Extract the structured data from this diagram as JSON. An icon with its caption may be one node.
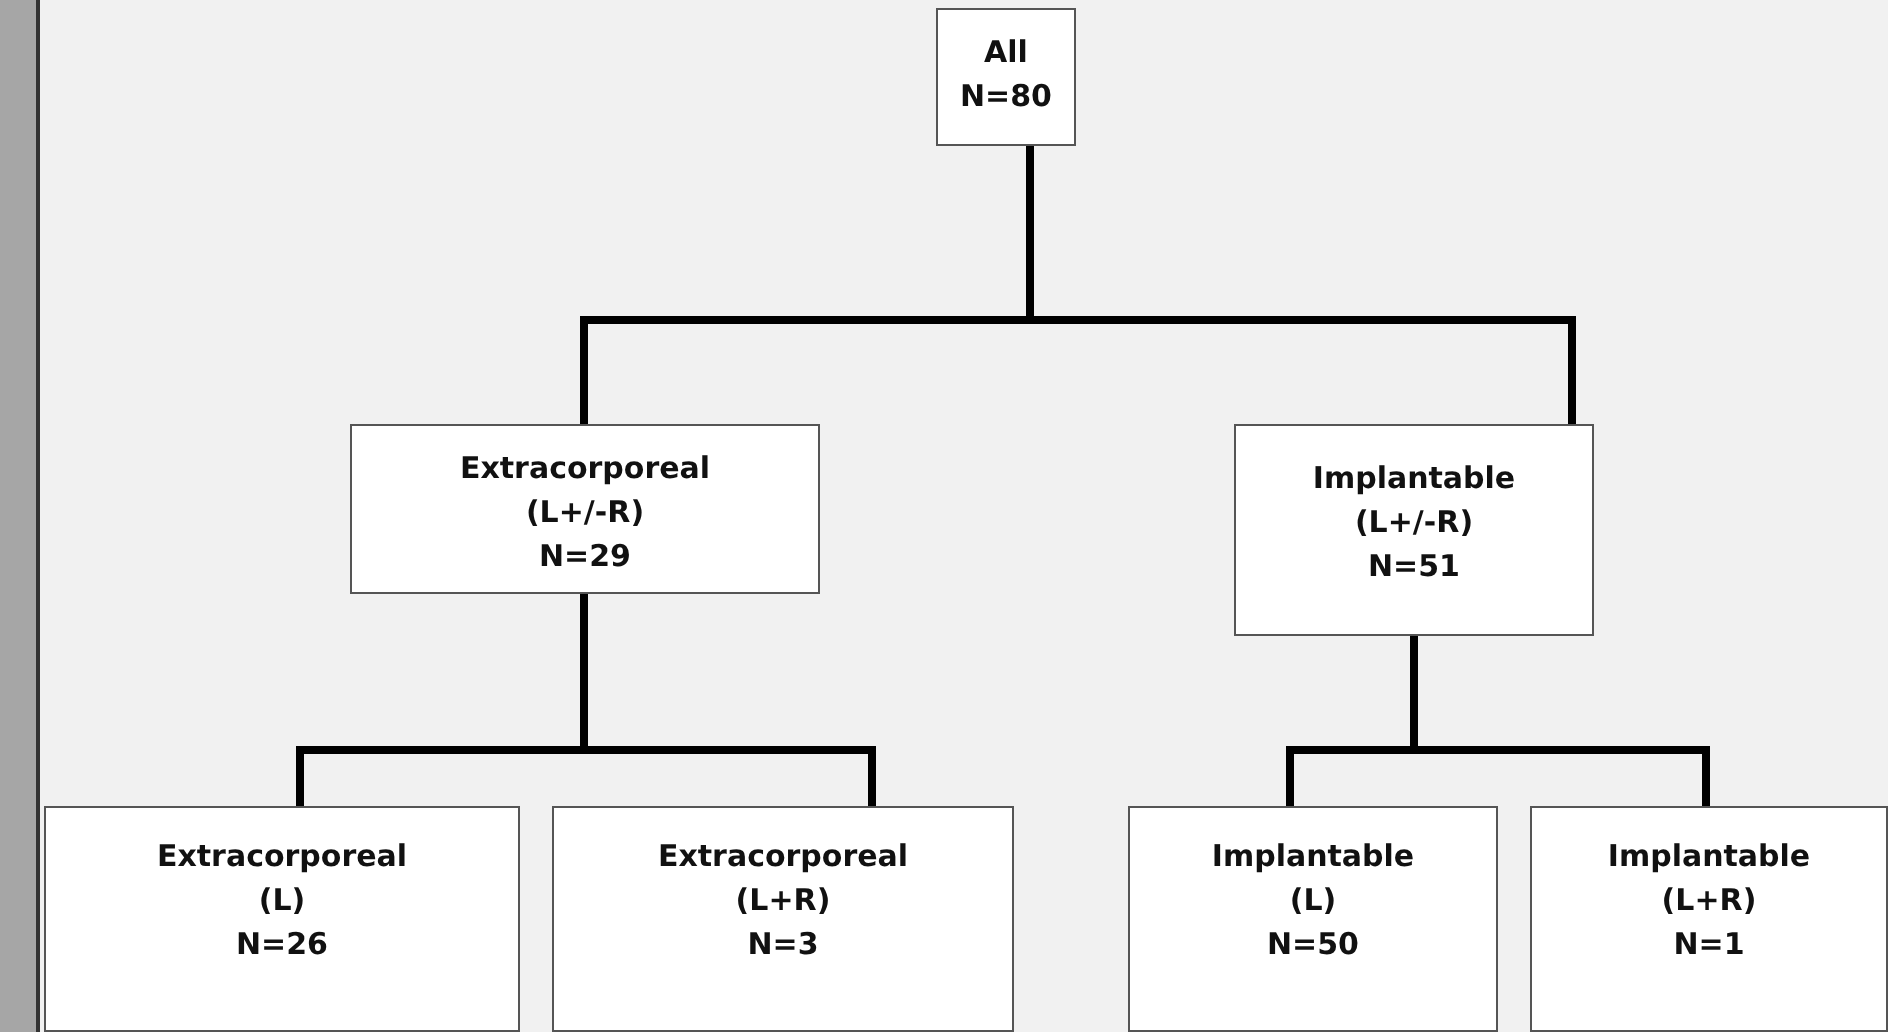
{
  "diagram": {
    "nodes": [
      {
        "text": [
          "All",
          "N=80"
        ]
      },
      {
        "text": [
          "Extracorporeal",
          "(L+/-R)",
          "N=29"
        ]
      },
      {
        "text": [
          "Implantable",
          "(L+/-R)",
          "N=51"
        ]
      },
      {
        "text": [
          "Extracorporeal",
          "(L)",
          "N=26"
        ]
      },
      {
        "text": [
          "Extracorporeal",
          "(L+R)",
          "N=3"
        ]
      },
      {
        "text": [
          "Implantable",
          "(L)",
          "N=50"
        ]
      },
      {
        "text": [
          "Implantable",
          "(L+R)",
          "N=1"
        ]
      }
    ],
    "edges": [
      {
        "from": 0,
        "to": 1,
        "arrow": "none"
      },
      {
        "from": 0,
        "to": 2,
        "arrow": "none"
      },
      {
        "from": 1,
        "to": 3,
        "arrow": "none"
      },
      {
        "from": 1,
        "to": 4,
        "arrow": "none"
      },
      {
        "from": 2,
        "to": 5,
        "arrow": "none"
      },
      {
        "from": 2,
        "to": 6,
        "arrow": "none"
      }
    ]
  }
}
